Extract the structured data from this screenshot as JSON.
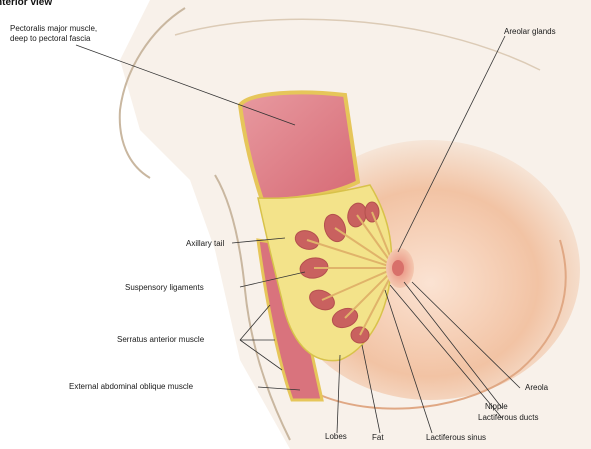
{
  "title": "nterior view",
  "labels": {
    "pectoralis": [
      "Pectoralis major muscle,",
      "deep to pectoral fascia"
    ],
    "areolar_glands": "Areolar glands",
    "axillary_tail": "Axillary tail",
    "suspensory": "Suspensory ligaments",
    "serratus": "Serratus anterior muscle",
    "external_oblique": "External abdominal oblique muscle",
    "areola": "Areola",
    "nipple": "Nipple",
    "lactiferous_ducts": "Lactiferous ducts",
    "lactiferous_sinus": "Lactiferous sinus",
    "lobes": "Lobes",
    "fat": "Fat"
  },
  "colors": {
    "skin": "#f7efe6",
    "skin_shadow": "#e9b48c",
    "muscle": "#d9737d",
    "muscle_light": "#eaa0a5",
    "fat": "#f3e38a",
    "fat_edge": "#d8c24a",
    "lobe": "#c9615f",
    "leader": "#333333"
  }
}
